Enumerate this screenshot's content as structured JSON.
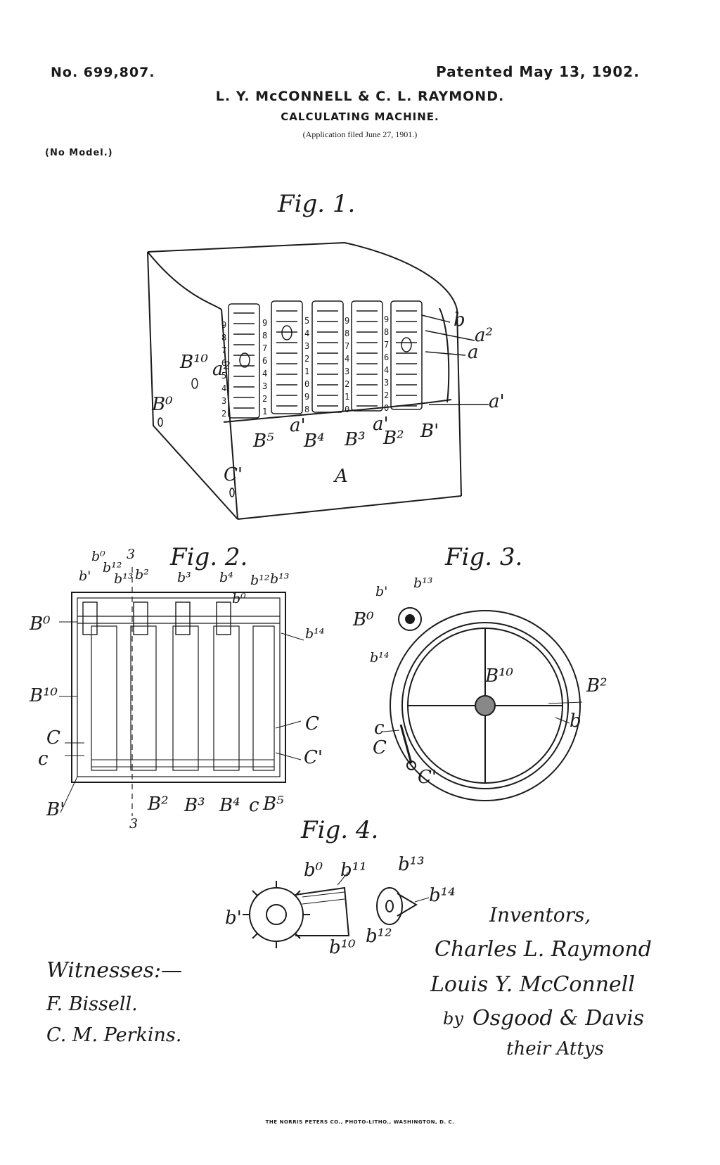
{
  "header": {
    "patent_number": "No. 699,807.",
    "patent_date": "Patented May 13, 1902.",
    "inventors": "L. Y. McCONNELL & C. L. RAYMOND.",
    "title": "CALCULATING MACHINE.",
    "application": "(Application filed June 27, 1901.)",
    "model_note": "(No Model.)"
  },
  "figures": {
    "fig1": "Fig. 1.",
    "fig2": "Fig. 2.",
    "fig3": "Fig. 3.",
    "fig4": "Fig. 4."
  },
  "fig1_refs": {
    "b": "b",
    "a2_right": "a²",
    "a_right": "a",
    "a1_right": "a'",
    "B10": "B¹⁰",
    "a2_left": "a²",
    "B0": "B⁰",
    "C1": "C'",
    "B5": "B⁵",
    "a_1": "a'",
    "B4": "B⁴",
    "B3": "B³",
    "a_2": "a'",
    "B2": "B²",
    "B1": "B'",
    "A": "A",
    "digits": [
      "9",
      "8",
      "7",
      "6",
      "5",
      "4",
      "3",
      "2",
      "1",
      "0"
    ]
  },
  "fig2_refs": {
    "b0_top": "b⁰",
    "n3_top": "3",
    "b1": "b'",
    "b12": "b¹²",
    "b13": "b¹³",
    "b2": "b²",
    "b3": "b³",
    "b4": "b⁴",
    "b12_r": "b¹²",
    "b13_r": "b¹³",
    "b0_mid": "b⁰",
    "b14": "b¹⁴",
    "B0": "B⁰",
    "B10": "B¹⁰",
    "C_left": "C",
    "c_left": "c",
    "C_right": "C",
    "C1_right": "C'",
    "B1": "B'",
    "B2": "B²",
    "B3": "B³",
    "B4": "B⁴",
    "c_bottom": "c",
    "B5": "B⁵",
    "n3_bottom": "3"
  },
  "fig3_refs": {
    "b1": "b'",
    "b13": "b¹³",
    "B0": "B⁰",
    "b14": "b¹⁴",
    "B10": "B¹⁰",
    "B2": "B²",
    "b": "b",
    "c": "c",
    "C": "C",
    "C1": "C'"
  },
  "fig4_refs": {
    "b0": "b⁰",
    "b11": "b¹¹",
    "b13": "b¹³",
    "b14": "b¹⁴",
    "b1": "b'",
    "b12": "b¹²",
    "b10": "b¹⁰"
  },
  "witnesses": {
    "label": "Witnesses:—",
    "names": [
      "F. Bissell.",
      "C. M. Perkins."
    ]
  },
  "inventors_block": {
    "label": "Inventors,",
    "names": [
      "Charles L. Raymond",
      "Louis Y. McConnell"
    ],
    "by": "by",
    "attorneys": "Osgood & Davis",
    "attys_suffix": "their Attys"
  },
  "printer": "THE NORRIS PETERS CO., PHOTO-LITHO., WASHINGTON, D. C."
}
